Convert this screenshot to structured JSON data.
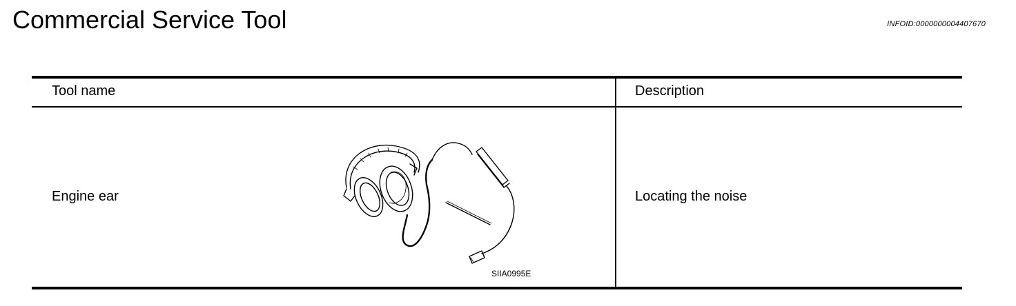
{
  "header": {
    "title": "Commercial Service Tool",
    "info_id": "INFOID:0000000004407670"
  },
  "table": {
    "columns": [
      "Tool name",
      "Description"
    ],
    "rows": [
      {
        "tool_name": "Engine ear",
        "figure_code": "SIIA0995E",
        "illustration_icon": "headphones-stethoscope-icon",
        "description": "Locating the noise"
      }
    ]
  }
}
